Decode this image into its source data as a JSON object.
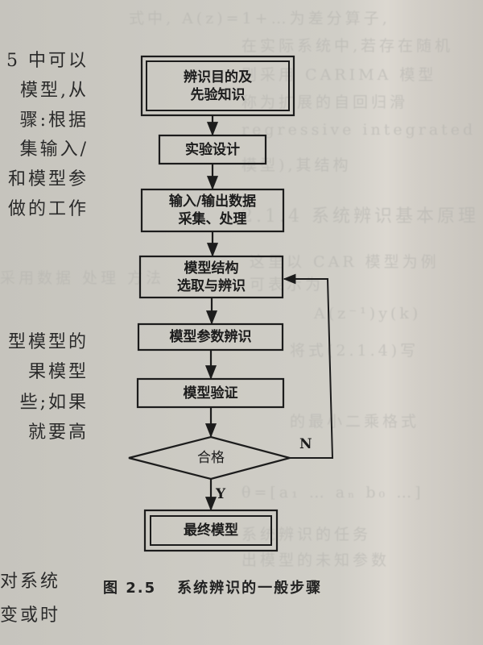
{
  "figure": {
    "caption_number": "图 2.5",
    "caption_title": "系统辨识的一般步骤"
  },
  "flowchart": {
    "nodes": [
      {
        "id": "n1",
        "type": "double-rect",
        "lines": [
          "辨识目的及",
          "先验知识"
        ]
      },
      {
        "id": "n2",
        "type": "rect",
        "lines": [
          "实验设计"
        ]
      },
      {
        "id": "n3",
        "type": "rect",
        "lines": [
          "输入/输出数据",
          "采集、处理"
        ]
      },
      {
        "id": "n4",
        "type": "rect",
        "lines": [
          "模型结构",
          "选取与辨识"
        ]
      },
      {
        "id": "n5",
        "type": "rect",
        "lines": [
          "模型参数辨识"
        ]
      },
      {
        "id": "n6",
        "type": "rect",
        "lines": [
          "模型验证"
        ]
      },
      {
        "id": "n7",
        "type": "diamond",
        "lines": [
          "合格"
        ]
      },
      {
        "id": "n8",
        "type": "double-rect",
        "lines": [
          "最终模型"
        ]
      }
    ],
    "edges": [
      {
        "from": "n1",
        "to": "n2"
      },
      {
        "from": "n2",
        "to": "n3"
      },
      {
        "from": "n3",
        "to": "n4"
      },
      {
        "from": "n4",
        "to": "n5"
      },
      {
        "from": "n5",
        "to": "n6"
      },
      {
        "from": "n6",
        "to": "n7"
      },
      {
        "from": "n7",
        "to": "n8",
        "label": "Y"
      },
      {
        "from": "n7",
        "to": "n4",
        "label": "N"
      }
    ],
    "yes_label": "Y",
    "no_label": "N"
  },
  "body_text_left": {
    "lines_top": [
      "5 中可以",
      "模型,从",
      "骤:根据",
      "集输入/",
      "和模型参",
      "做的工作"
    ],
    "lines_middle": [
      "型模型的",
      "果模型",
      "些;如果",
      "就要高"
    ],
    "lines_bottom": [
      "对系统",
      "变或时"
    ]
  },
  "colors": {
    "paper": "#cdcbc4",
    "ink": "#1c1c1c",
    "bleed_through": "#b4b3ae"
  }
}
